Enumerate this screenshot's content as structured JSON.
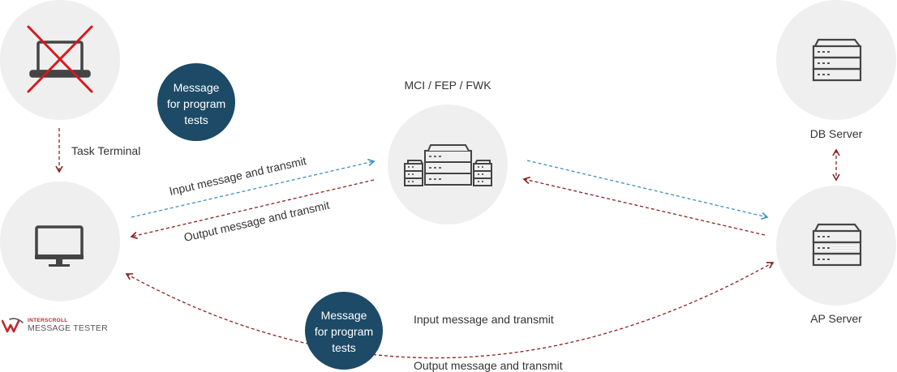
{
  "colors": {
    "circle": "#efefef",
    "bubble": "#1d4a66",
    "blue_arrow": "#3d8fc4",
    "red_arrow": "#8b2020",
    "cross": "#d7191c",
    "icon": "#444444"
  },
  "labels": {
    "task_terminal": "Task Terminal",
    "mci": "MCI / FEP / FWK",
    "db_server": "DB Server",
    "ap_server": "AP Server",
    "input_top": "Input message and transmit",
    "output_top": "Output message and transmit",
    "input_bottom": "Input message and transmit",
    "output_bottom": "Output message and transmit"
  },
  "bubbles": {
    "top": [
      "Message",
      "for program",
      "tests"
    ],
    "bottom": [
      "Message",
      "for program",
      "tests"
    ]
  },
  "logo": {
    "top": "INTERSCROLL",
    "main": "MESSAGE TESTER"
  },
  "icons": {
    "laptop": "laptop-icon",
    "cross": "cross-icon",
    "monitor": "monitor-icon",
    "server_cluster": "server-cluster-icon",
    "db": "server-rack-icon",
    "ap": "server-rack-icon"
  }
}
